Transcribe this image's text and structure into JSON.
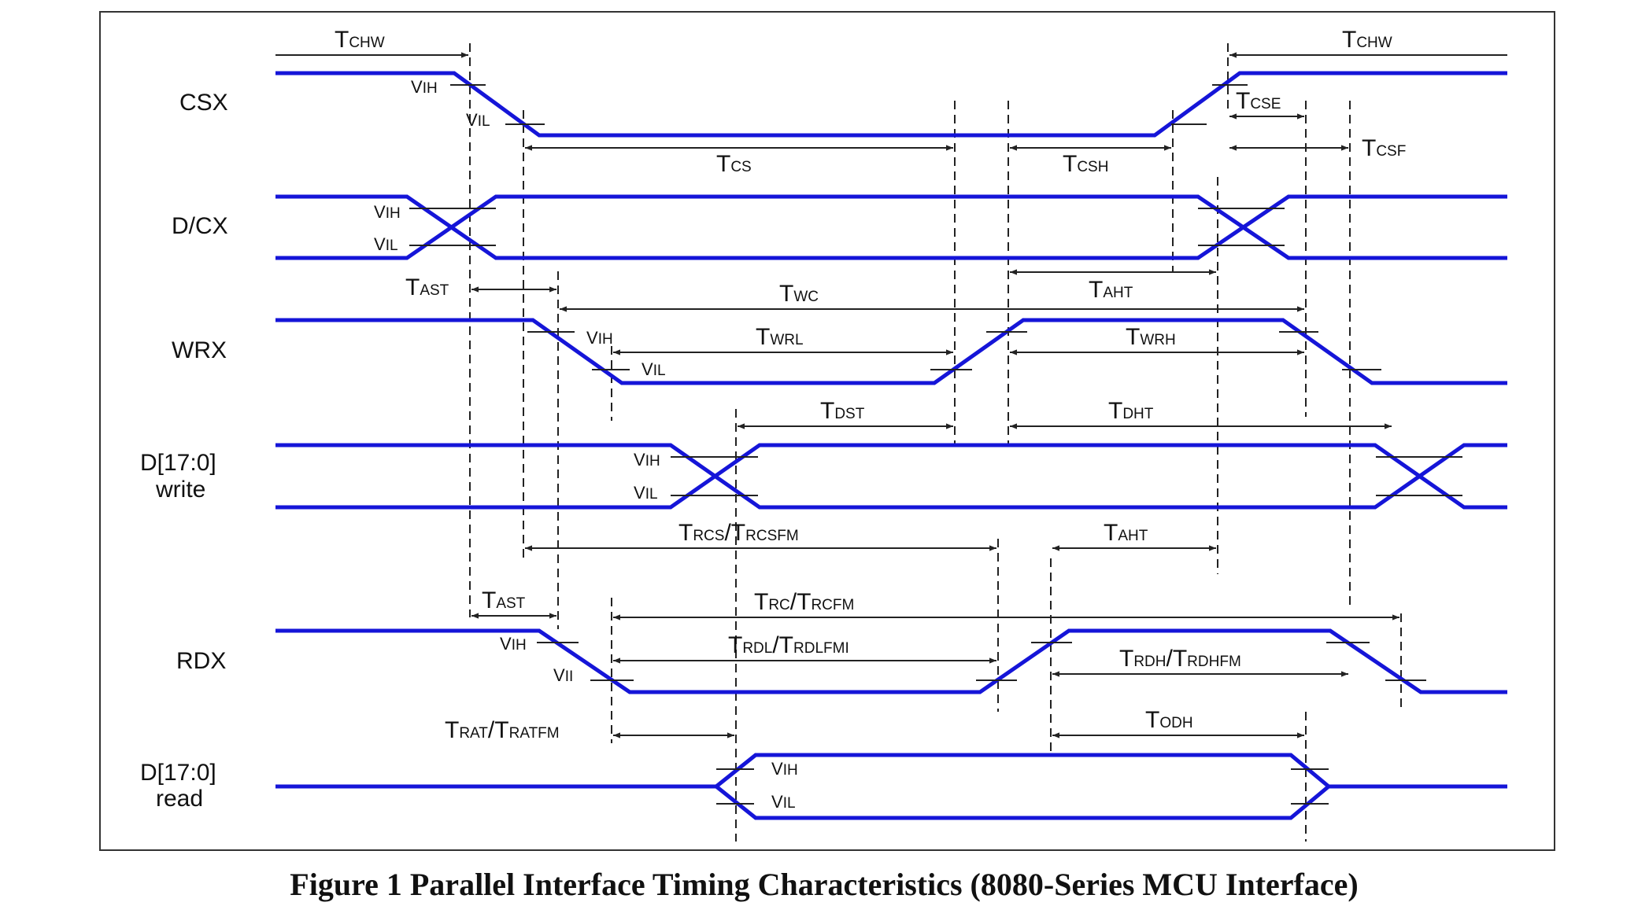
{
  "signals": {
    "csx": "CSX",
    "dcx": "D/CX",
    "wrx": "WRX",
    "dwrite_1": "D[17:0]",
    "dwrite_2": "write",
    "rdx": "RDX",
    "dread_1": "D[17:0]",
    "dread_2": "read"
  },
  "levels": {
    "csx_vih": "IH",
    "csx_vil": "IL",
    "dcx_vih": "IH",
    "dcx_vil": "IL",
    "wrx_vih": "IH",
    "wrx_vil": "IL",
    "dw_vih": "IH",
    "dw_vil": "IL",
    "rdx_vih": "IH",
    "rdx_vil": "II",
    "dr_vih": "IH",
    "dr_vil": "IL",
    "v": "V"
  },
  "timings": {
    "t": "T",
    "tchw_left": "CHW",
    "tchw_right": "CHW",
    "tcs": "CS",
    "tcsh": "CSH",
    "tcse": "CSE",
    "tcsf": "CSF",
    "tast_w": "AST",
    "twc": "WC",
    "taht_w": "AHT",
    "twrl": "WRL",
    "twrh": "WRH",
    "tdst": "DST",
    "tdht": "DHT",
    "trcs_a": "RCS",
    "trcs_b": "/T",
    "trcs_c": "RCSFM",
    "taht_r": "AHT",
    "tast_r": "AST",
    "trc_a": "RC",
    "trc_b": "/T",
    "trc_c": "RCFM",
    "trdl_a": "RDL",
    "trdl_b": "/T",
    "trdl_c": "RDLFMI",
    "trdh_a": "RDH",
    "trdh_b": "/T",
    "trdh_c": "RDHFM",
    "trat_a": "RAT",
    "trat_b": "/T",
    "trat_c": "RATFM",
    "todh": "ODH"
  },
  "caption": "Figure 1 Parallel Interface Timing Characteristics (8080-Series MCU Interface)"
}
